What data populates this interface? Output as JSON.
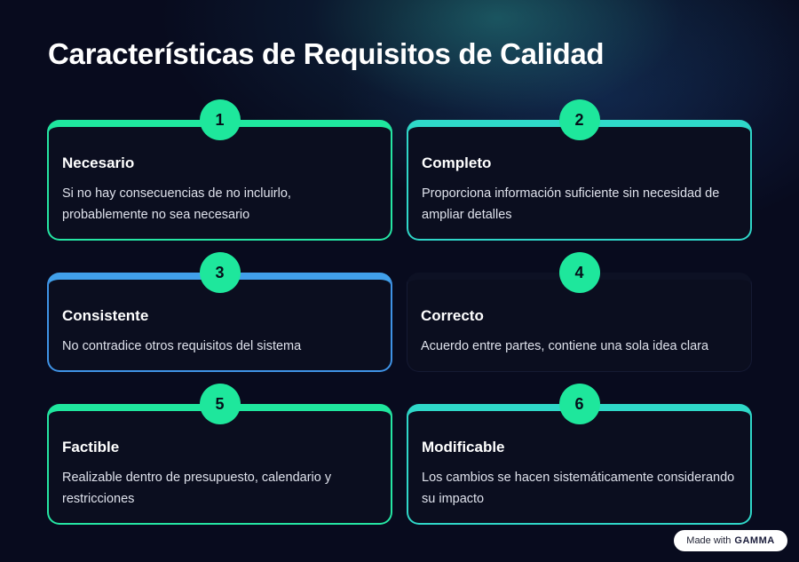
{
  "title": "Características de Requisitos de Calidad",
  "cards": [
    {
      "number": "1",
      "title": "Necesario",
      "description": "Si no hay consecuencias de no incluirlo, probablemente no sea necesario"
    },
    {
      "number": "2",
      "title": "Completo",
      "description": "Proporciona información suficiente sin necesidad de ampliar detalles"
    },
    {
      "number": "3",
      "title": "Consistente",
      "description": "No contradice otros requisitos del sistema"
    },
    {
      "number": "4",
      "title": "Correcto",
      "description": "Acuerdo entre partes, contiene una sola idea clara"
    },
    {
      "number": "5",
      "title": "Factible",
      "description": "Realizable dentro de presupuesto, calendario y restricciones"
    },
    {
      "number": "6",
      "title": "Modificable",
      "description": "Los cambios se hacen sistemáticamente considerando su impacto"
    }
  ],
  "badge": {
    "prefix": "Made with",
    "brand": "GAMMA"
  },
  "colors": {
    "background": "#080b1e",
    "accent_green": "#1ee79c",
    "accent_teal": "#2fd9c9",
    "accent_blue": "#41a0ea"
  }
}
